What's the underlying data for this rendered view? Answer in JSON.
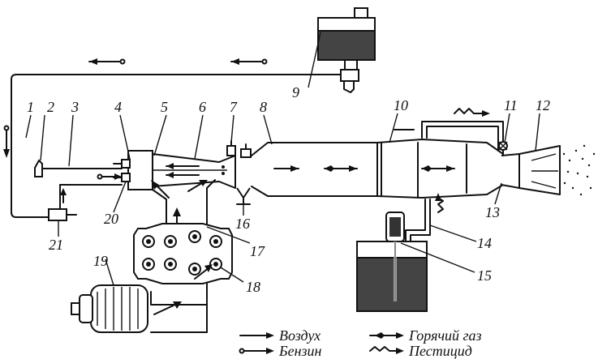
{
  "diagram": {
    "part_numbers": [
      "1",
      "2",
      "3",
      "4",
      "5",
      "6",
      "7",
      "8",
      "9",
      "10",
      "11",
      "12",
      "13",
      "14",
      "15",
      "16",
      "17",
      "18",
      "19",
      "20",
      "21"
    ],
    "legend": {
      "air": "Воздух",
      "petrol": "Бензин",
      "hot_gas": "Горячий газ",
      "pesticide": "Пестицид"
    }
  }
}
